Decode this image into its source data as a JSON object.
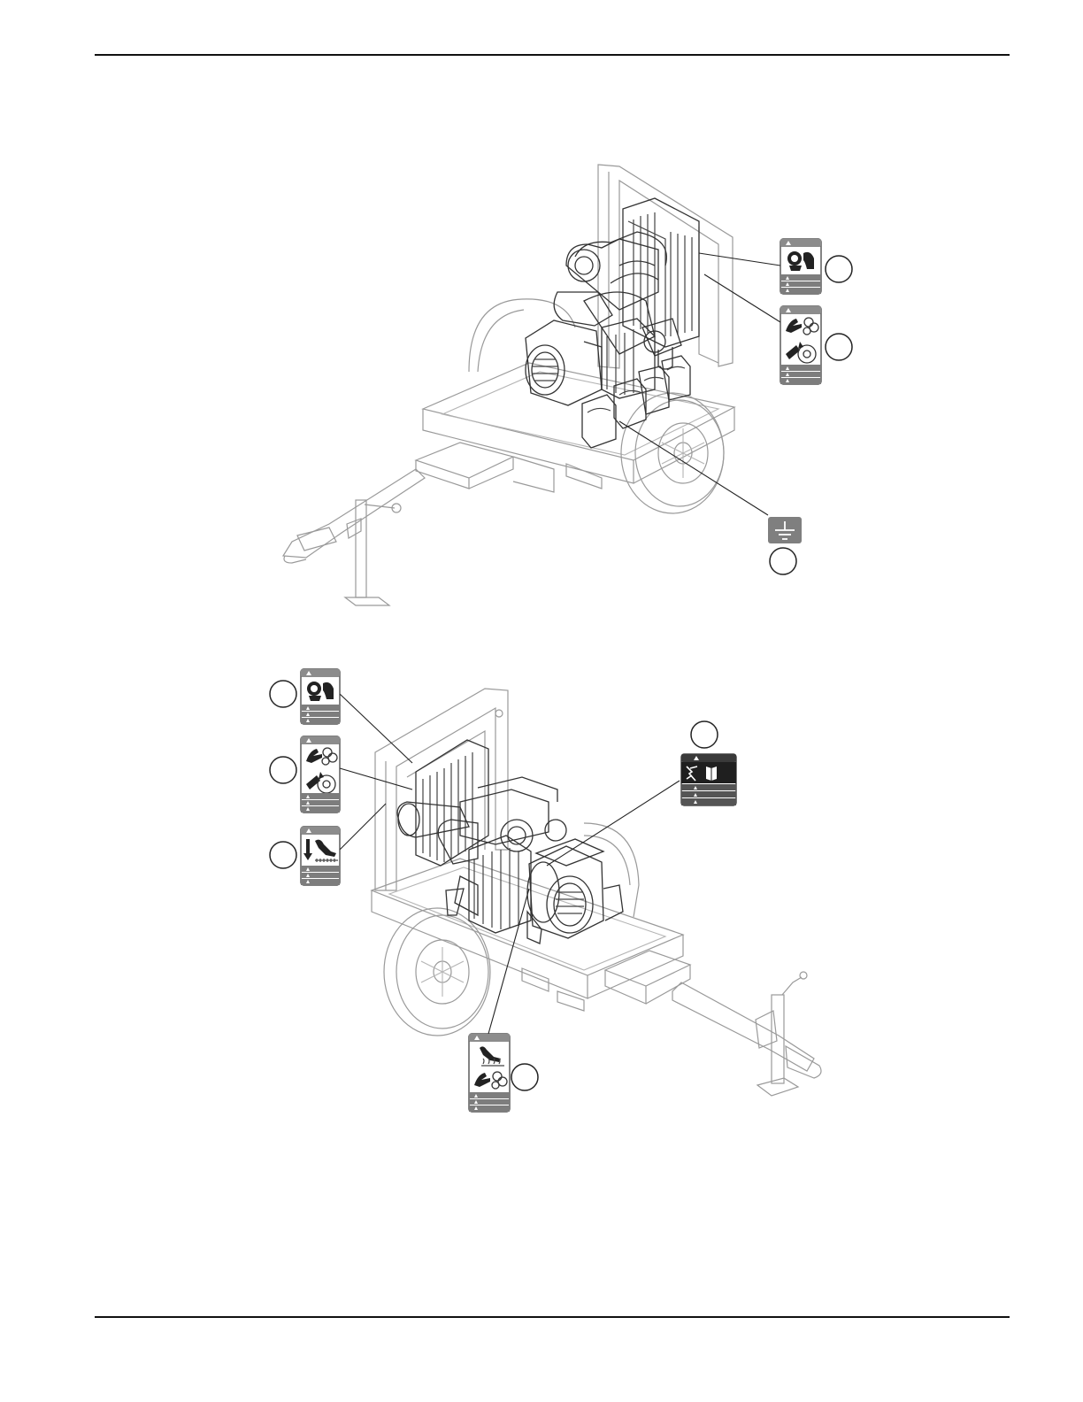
{
  "page": {
    "figure_top": {
      "decals": [
        "engine-fan-hazard-decal",
        "rotating-parts-hazard-decal",
        "ground-symbol-decal"
      ]
    },
    "figure_bottom": {
      "decals": [
        "engine-fan-hazard-decal",
        "rotating-parts-hazard-decal",
        "crush-hazard-decal",
        "electric-shock-read-manual-decal",
        "hot-surface-rotating-parts-decal"
      ]
    }
  }
}
